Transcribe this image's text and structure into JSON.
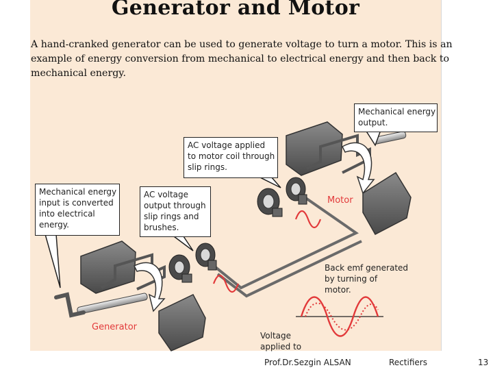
{
  "slide": {
    "title": "Generator and Motor",
    "intro_lines": [
      "A hand-cranked generator can be used to generate voltage to turn a motor. This is an",
      "example of energy conversion from mechanical to electrical energy and then back to",
      "mechanical energy."
    ]
  },
  "diagram": {
    "callouts": {
      "mech_output": [
        "Mechanical energy",
        "output."
      ],
      "ac_applied": [
        "AC voltage applied",
        "to motor coil through",
        "slip rings."
      ],
      "mech_input": [
        "Mechanical energy",
        "input is converted",
        "into electrical",
        "energy."
      ],
      "ac_output": [
        "AC voltage",
        "output through",
        "slip rings and",
        "brushes."
      ]
    },
    "labels": {
      "motor": "Motor",
      "generator": "Generator",
      "back_emf": [
        "Back emf generated",
        "by turning of",
        "motor."
      ],
      "voltage_applied": [
        "Voltage",
        "applied to"
      ]
    },
    "colors": {
      "accent_red": "#e2393a",
      "panel_bg": "#fbe9d6",
      "dark_gray": "#555555"
    }
  },
  "footer": {
    "author": "Prof.Dr.Sezgin ALSAN",
    "topic": "Rectifiers",
    "page": "13"
  }
}
